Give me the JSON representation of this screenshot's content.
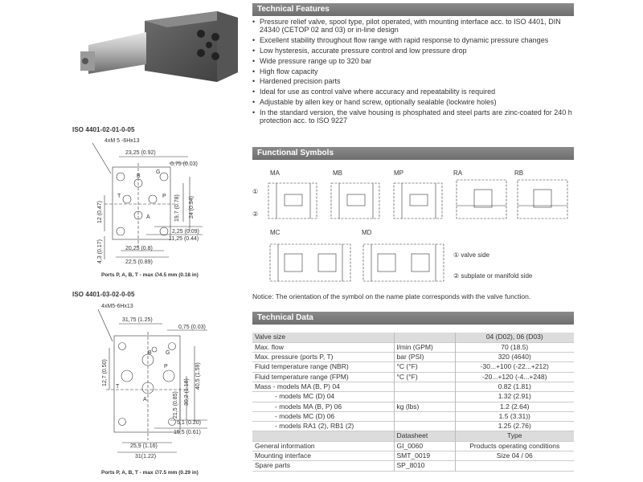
{
  "drawings": {
    "top": {
      "title": "ISO 4401-02-01-0-05",
      "screw_note": "4xM 5 -6Hx13",
      "dims": [
        "23,25 (0.92)",
        "0,75 (0.03)",
        "19,7 (0.78)",
        "24 (0.94)",
        "12 (0.47)",
        "4,3 (0.17)",
        "2,25 (0.09)",
        "11,25 (0.44)",
        "20,25 (0.8)",
        "22,5 (0.89)"
      ],
      "ports": [
        "B",
        "T",
        "P",
        "A",
        "G"
      ],
      "caption": "Ports P, A, B, T - max ∅4.5 mm (0.18 in)"
    },
    "bottom": {
      "title": "ISO 4401-03-02-0-05",
      "screw_note": "4xM5-6Hx13",
      "dims": [
        "31,75 (1.25)",
        "0,75 (0.03)",
        "12,7 (0.50)",
        "21,5 (0.85)",
        "30,2 (1.18)",
        "40,5 (1.59)",
        "5,1 (0.20)",
        "15,5 (0.61)",
        "25,9 (1.16)",
        "31(1.22)"
      ],
      "ports": [
        "B",
        "G",
        "T",
        "P",
        "A"
      ],
      "caption": "Ports P, A, B, T - max ∅7.5 mm (0.29 in)"
    }
  },
  "features": {
    "header": "Technical Features",
    "items": [
      "Pressure relief valve, spool type, pilot operated, with mounting interface acc. to ISO 4401, DIN 24340 (CETOP 02 and 03) or in-line design",
      "Excellent stability throughout flow range with rapid response to dynamic pressure changes",
      "Low hysteresis, accurate pressure control and low pressure drop",
      "Wide pressure range up to 320 bar",
      "High flow capacity",
      "Hardened precision parts",
      "Ideal for use as control valve where accuracy and repeatability is required",
      "Adjustable by allen key or hand screw, optionally sealable (lockwire holes)",
      "In the standard version, the valve housing is phosphated and steel parts are zinc-coated for 240 h protection acc. to ISO 9227"
    ]
  },
  "symbols": {
    "header": "Functional Symbols",
    "row_markers": [
      "①",
      "②"
    ],
    "labels": [
      "MA",
      "MB",
      "MP",
      "RA",
      "RB",
      "MC",
      "MD"
    ],
    "legend": [
      {
        "marker": "①",
        "text": "valve side"
      },
      {
        "marker": "②",
        "text": "subplate or manifold side"
      }
    ],
    "note": "Notice: The orientation of the symbol on the name plate corresponds with the valve function."
  },
  "tech_data": {
    "header": "Technical Data",
    "rows": [
      {
        "label": "Valve size",
        "unit": "",
        "value": "04 (D02), 06 (D03)",
        "style": "gray"
      },
      {
        "label": "Max. flow",
        "unit": "l/min (GPM)",
        "value": "70 (18.5)"
      },
      {
        "label": "Max. pressure (ports P, T)",
        "unit": "bar (PSI)",
        "value": "320 (4640)"
      },
      {
        "label": "Fluid temperature range (NBR)",
        "unit": "°C (°F)",
        "value": "-30...+100 (-22...+212)"
      },
      {
        "label": "Fluid temperature range (FPM)",
        "unit": "°C (°F)",
        "value": "-20...+120 (-4...+248)"
      },
      {
        "label": "Mass    - models MA (B, P) 04",
        "unit": "",
        "value": "0.82 (1.81)"
      },
      {
        "label": "- models MC (D) 04",
        "unit": "",
        "value": "1.32 (2.91)",
        "style": "sub"
      },
      {
        "label": "- models MA (B, P) 06",
        "unit": "kg (lbs)",
        "value": "1.2 (2.64)",
        "style": "sub"
      },
      {
        "label": "- models MC (D) 06",
        "unit": "",
        "value": "1.5 (3.31))",
        "style": "sub"
      },
      {
        "label": "- models RA1 (2), RB1 (2)",
        "unit": "",
        "value": "1.25 (2.76)",
        "style": "sub"
      },
      {
        "label": "",
        "unit": "Datasheet",
        "value": "Type",
        "style": "gray"
      },
      {
        "label": "General information",
        "unit": "GI_0060",
        "value": "Products operating conditions"
      },
      {
        "label": "Mounting interface",
        "unit": "SMT_0019",
        "value": "Size 04 / 06"
      },
      {
        "label": "Spare parts",
        "unit": "SP_8010",
        "value": ""
      }
    ]
  }
}
